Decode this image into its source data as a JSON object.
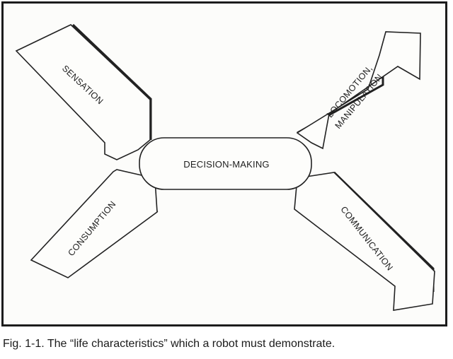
{
  "diagram": {
    "center_label": "DECISION-MAKING",
    "arrows": {
      "sensation": "SENSATION",
      "consumption": "CONSUMPTION",
      "locomotion_line1": "LOCOMOTION,",
      "locomotion_line2": "MANIPULATION",
      "communication": "COMMUNICATION"
    }
  },
  "caption": "Fig. 1-1. The “life characteristics” which a robot must demonstrate."
}
